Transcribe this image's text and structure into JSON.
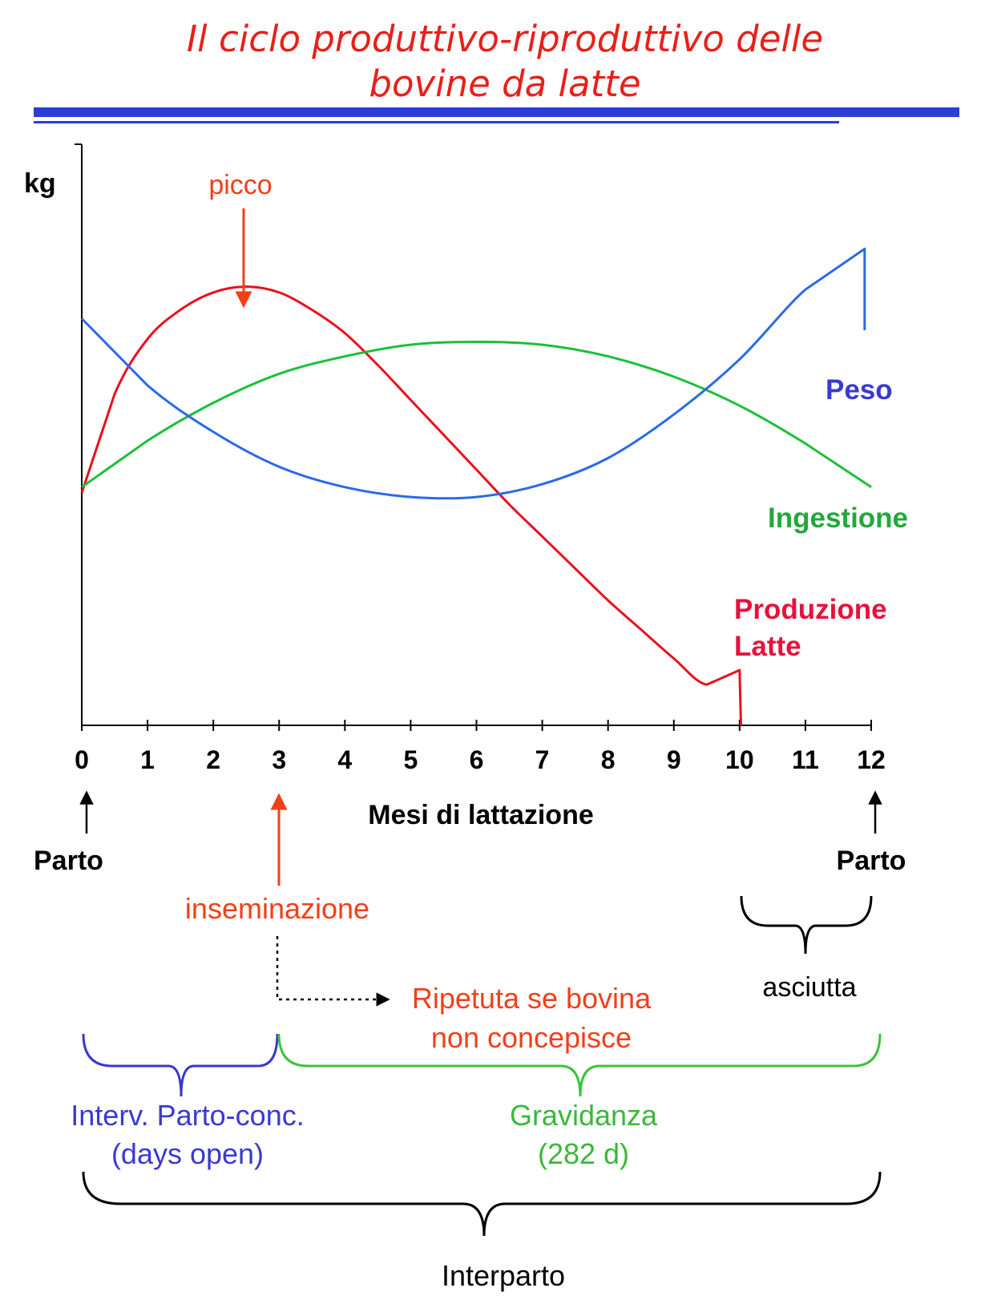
{
  "title_line1": "Il ciclo produttivo-riproduttivo delle",
  "title_line2": "bovine da latte",
  "colors": {
    "title": "#e8201a",
    "rule": "#2b3fd6",
    "milk": "#e8101c",
    "intake": "#1bc03a",
    "weight": "#2a6ae8",
    "blue_text": "#3a3ad0",
    "green_text": "#3ab83a",
    "red_text": "#f0401a"
  },
  "chart_data": {
    "type": "line",
    "ylabel": "kg",
    "xlabel": "Mesi di lattazione",
    "xlim": [
      0,
      12
    ],
    "ylim": [
      0,
      10
    ],
    "x_ticks": [
      "0",
      "1",
      "2",
      "3",
      "4",
      "5",
      "6",
      "7",
      "8",
      "9",
      "10",
      "11",
      "12"
    ],
    "series": [
      {
        "name": "Produzione Latte",
        "color": "#e8101c",
        "x": [
          0,
          0.5,
          1,
          1.5,
          2,
          2.5,
          3,
          3.5,
          4,
          4.5,
          5,
          5.5,
          6,
          6.5,
          7,
          7.5,
          8,
          8.5,
          9,
          9.5,
          10,
          10,
          10.02
        ],
        "y": [
          4.0,
          5.7,
          6.65,
          7.15,
          7.45,
          7.55,
          7.45,
          7.15,
          6.75,
          6.2,
          5.6,
          5.0,
          4.4,
          3.8,
          3.25,
          2.7,
          2.15,
          1.65,
          1.15,
          0.7,
          0.95,
          0.95,
          0
        ]
      },
      {
        "name": "Ingestione",
        "color": "#1bc03a",
        "x": [
          0,
          1,
          2,
          3,
          4,
          5,
          6,
          7,
          8,
          9,
          10,
          11,
          12
        ],
        "y": [
          4.1,
          4.9,
          5.55,
          6.05,
          6.35,
          6.55,
          6.6,
          6.55,
          6.35,
          6.0,
          5.5,
          4.85,
          4.1
        ]
      },
      {
        "name": "Peso",
        "color": "#2a6ae8",
        "x": [
          0,
          1,
          2,
          3,
          4,
          5,
          6,
          7,
          8,
          9,
          10,
          11,
          11.9,
          11.9
        ],
        "y": [
          7.0,
          5.85,
          5.05,
          4.45,
          4.1,
          3.93,
          3.93,
          4.15,
          4.6,
          5.35,
          6.3,
          7.5,
          8.2,
          6.8
        ]
      }
    ],
    "annotations": {
      "peak": "picco",
      "parto_left": "Parto",
      "parto_right": "Parto",
      "insemination": "inseminazione",
      "repeat_line1": "Ripetuta se bovina",
      "repeat_line2": "non concepisce",
      "dry": "asciutta",
      "days_open_line1": "Interv. Parto-conc.",
      "days_open_line2": "(days open)",
      "pregnancy_line1": "Gravidanza",
      "pregnancy_line2": "(282 d)",
      "calving_interval": "Interparto",
      "series_labels": {
        "weight": "Peso",
        "intake": "Ingestione",
        "milk_line1": "Produzione",
        "milk_line2": "Latte"
      }
    }
  }
}
